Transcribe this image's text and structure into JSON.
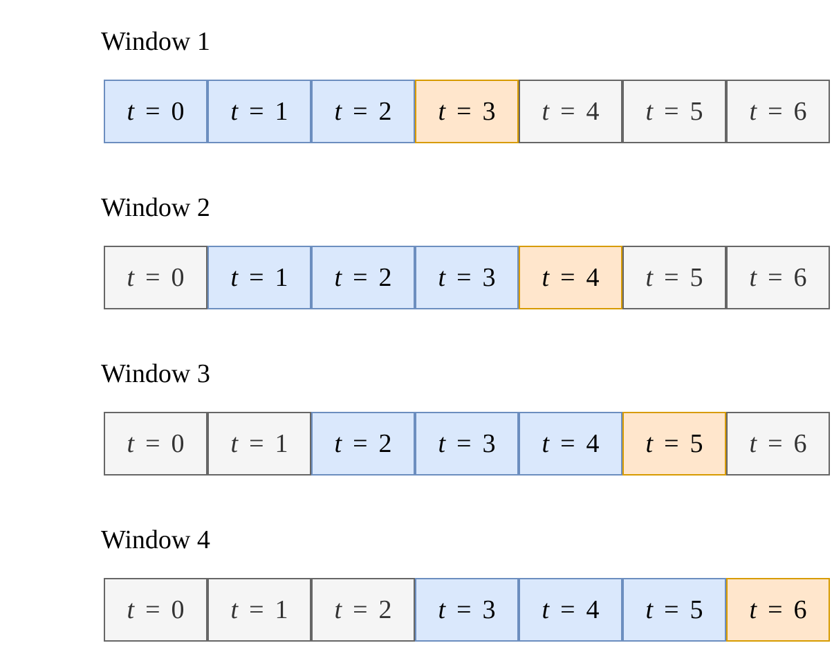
{
  "windows": [
    {
      "title": "Window 1",
      "cells": [
        {
          "var": "t",
          "op": "=",
          "val": "0",
          "state": "blue"
        },
        {
          "var": "t",
          "op": "=",
          "val": "1",
          "state": "blue"
        },
        {
          "var": "t",
          "op": "=",
          "val": "2",
          "state": "blue"
        },
        {
          "var": "t",
          "op": "=",
          "val": "3",
          "state": "orange"
        },
        {
          "var": "t",
          "op": "=",
          "val": "4",
          "state": "gray"
        },
        {
          "var": "t",
          "op": "=",
          "val": "5",
          "state": "gray"
        },
        {
          "var": "t",
          "op": "=",
          "val": "6",
          "state": "gray"
        }
      ]
    },
    {
      "title": "Window 2",
      "cells": [
        {
          "var": "t",
          "op": "=",
          "val": "0",
          "state": "gray"
        },
        {
          "var": "t",
          "op": "=",
          "val": "1",
          "state": "blue"
        },
        {
          "var": "t",
          "op": "=",
          "val": "2",
          "state": "blue"
        },
        {
          "var": "t",
          "op": "=",
          "val": "3",
          "state": "blue"
        },
        {
          "var": "t",
          "op": "=",
          "val": "4",
          "state": "orange"
        },
        {
          "var": "t",
          "op": "=",
          "val": "5",
          "state": "gray"
        },
        {
          "var": "t",
          "op": "=",
          "val": "6",
          "state": "gray"
        }
      ]
    },
    {
      "title": "Window 3",
      "cells": [
        {
          "var": "t",
          "op": "=",
          "val": "0",
          "state": "gray"
        },
        {
          "var": "t",
          "op": "=",
          "val": "1",
          "state": "gray"
        },
        {
          "var": "t",
          "op": "=",
          "val": "2",
          "state": "blue"
        },
        {
          "var": "t",
          "op": "=",
          "val": "3",
          "state": "blue"
        },
        {
          "var": "t",
          "op": "=",
          "val": "4",
          "state": "blue"
        },
        {
          "var": "t",
          "op": "=",
          "val": "5",
          "state": "orange"
        },
        {
          "var": "t",
          "op": "=",
          "val": "6",
          "state": "gray"
        }
      ]
    },
    {
      "title": "Window 4",
      "cells": [
        {
          "var": "t",
          "op": "=",
          "val": "0",
          "state": "gray"
        },
        {
          "var": "t",
          "op": "=",
          "val": "1",
          "state": "gray"
        },
        {
          "var": "t",
          "op": "=",
          "val": "2",
          "state": "gray"
        },
        {
          "var": "t",
          "op": "=",
          "val": "3",
          "state": "blue"
        },
        {
          "var": "t",
          "op": "=",
          "val": "4",
          "state": "blue"
        },
        {
          "var": "t",
          "op": "=",
          "val": "5",
          "state": "blue"
        },
        {
          "var": "t",
          "op": "=",
          "val": "6",
          "state": "orange"
        }
      ]
    }
  ],
  "colors": {
    "context_fill": "#dae8fc",
    "context_border": "#6c8ebf",
    "target_fill": "#ffe6cc",
    "target_border": "#d79b00",
    "inactive_fill": "#f5f5f5",
    "inactive_border": "#666666"
  }
}
